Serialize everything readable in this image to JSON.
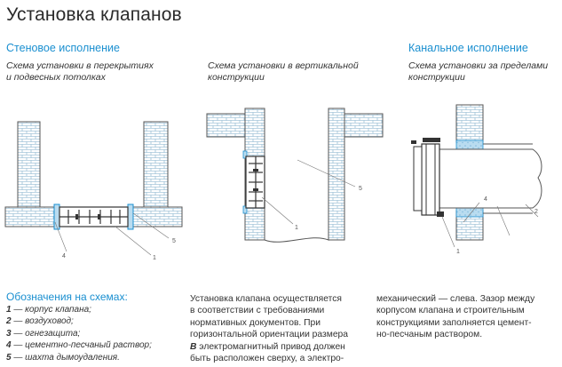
{
  "title": "Установка клапанов",
  "sections": {
    "wall": "Стеновое исполнение",
    "duct": "Канальное исполнение"
  },
  "captions": {
    "c1a": "Схема установки в перекрытиях",
    "c1b": "и подвесных потолках",
    "c2a": "Схема установки в вертикальной",
    "c2b": "конструкции",
    "c3a": "Схема установки за пределами",
    "c3b": "конструкции"
  },
  "callouts": {
    "d1": [
      "4",
      "5",
      "1"
    ],
    "d2": [
      "1",
      "5"
    ],
    "d3": [
      "4",
      "1",
      "2"
    ]
  },
  "legend": {
    "heading": "Обозначения на схемах:",
    "items": [
      {
        "num": "1",
        "text": " — корпус клапана;"
      },
      {
        "num": "2",
        "text": " — воздуховод;"
      },
      {
        "num": "3",
        "text": " — огнезащита;"
      },
      {
        "num": "4",
        "text": " — цементно-песчаный раствор;"
      },
      {
        "num": "5",
        "text": " — шахта дымоудаления."
      }
    ]
  },
  "paragraph": {
    "col1": [
      "Установка клапана осуществляется",
      "в соответствии с требованиями",
      "нормативных документов. При",
      "горизонтальной ориентации размера"
    ],
    "col1_bold": "B",
    "col1_after": " электромагнитный привод должен",
    "col1_last": "быть расположен сверху, а электро-",
    "col2": [
      "механический — слева. Зазор между",
      "корпусом клапана и строительным",
      "конструкциями заполняется цемент-",
      "но-песчаным раствором."
    ]
  },
  "colors": {
    "accent": "#1a8fd0",
    "line": "#555555",
    "mortar": "#b9dcf0"
  }
}
